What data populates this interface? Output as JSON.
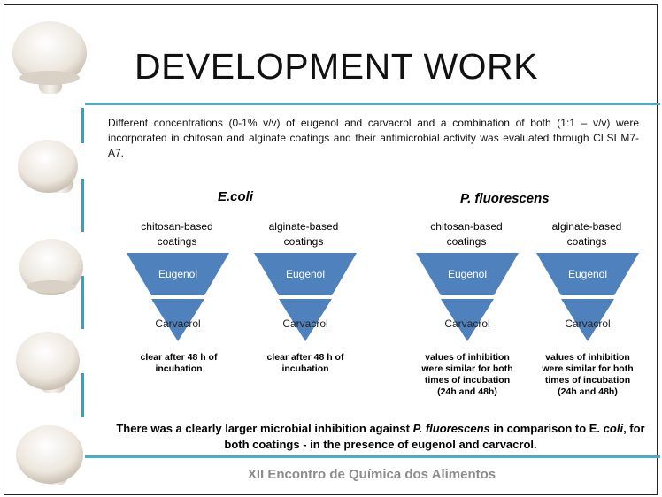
{
  "slide": {
    "title": "DEVELOPMENT WORK",
    "intro": "Different concentrations (0-1% v/v) of eugenol and carvacrol and a combination of both (1:1 – v/v) were incorporated in chitosan and alginate coatings and their antimicrobial activity was evaluated through CLSI M7-A7.",
    "groups": [
      {
        "organism": "E.coli",
        "coatings": [
          {
            "label": "chitosan-based coatings",
            "top": "Eugenol",
            "bottom": "Carvacrol",
            "result": "clear after 48 h of incubation"
          },
          {
            "label": "alginate-based coatings",
            "top": "Eugenol",
            "bottom": "Carvacrol",
            "result": "clear after 48 h of incubation"
          }
        ]
      },
      {
        "organism": "P. fluorescens",
        "coatings": [
          {
            "label": "chitosan-based coatings",
            "top": "Eugenol",
            "bottom": "Carvacrol",
            "result": "values of inhibition were similar for both times of incubation (24h and 48h)"
          },
          {
            "label": "alginate-based coatings",
            "top": "Eugenol",
            "bottom": "Carvacrol",
            "result": "values of inhibition were similar for both times of incubation (24h and 48h)"
          }
        ]
      }
    ],
    "conclusion": {
      "part1": "There was a clearly  larger microbial inhibition against ",
      "italic1": "P. fluorescens",
      "part2": " in comparison to E. ",
      "italic2": "coli",
      "part3": ", for both coatings - in the presence of eugenol and carvacrol."
    },
    "footer": "XII Encontro de Química dos Alimentos",
    "colors": {
      "funnel": "#4f81bd",
      "accent_line": "#4aaccc",
      "footer_text": "#8c8c8c"
    },
    "decoration": "mushroom-images"
  }
}
